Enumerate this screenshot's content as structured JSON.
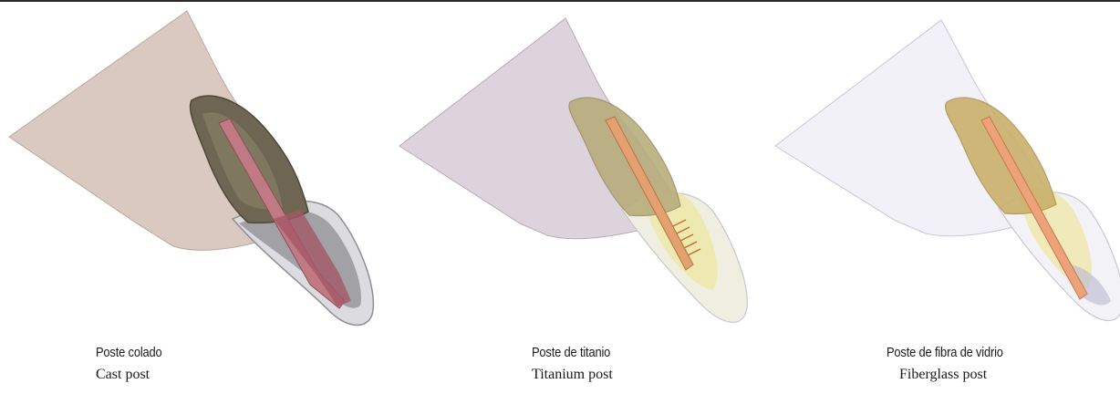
{
  "panels": [
    {
      "label_es": "Poste colado",
      "label_en": "Cast post",
      "colors": {
        "bone": "#d9c9c0",
        "root": "#6e6652",
        "post": "#c07a84",
        "crown": "#9a9a9e"
      }
    },
    {
      "label_es": "Poste de titanio",
      "label_en": "Titanium post",
      "colors": {
        "bone": "#ddd3dd",
        "root": "#b8ad7c",
        "post": "#e3a070",
        "crown": "#ece7a8"
      }
    },
    {
      "label_es": "Poste de fibra de vidrio",
      "label_en": "Fiberglass post",
      "colors": {
        "bone": "#ecebf4",
        "root": "#c9b06a",
        "post": "#eda27a",
        "crown": "#eee9b0"
      }
    }
  ]
}
